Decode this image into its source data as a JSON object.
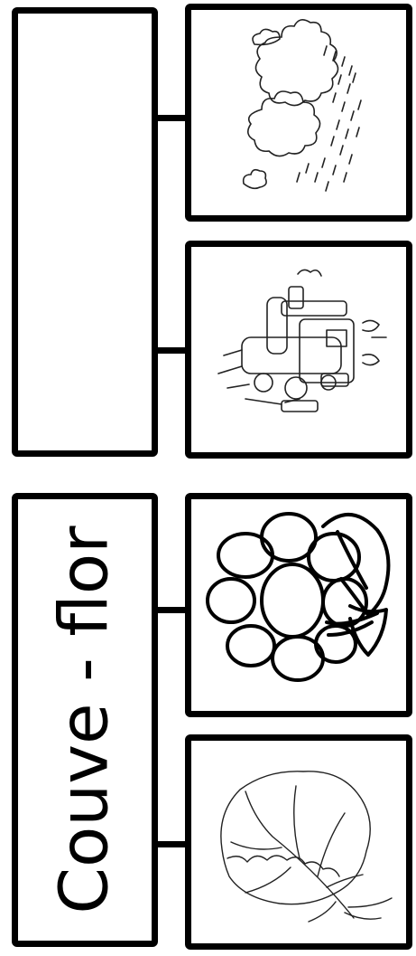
{
  "worksheet": {
    "group_top": {
      "label": "",
      "images": [
        "rain-clouds-picture",
        "train-picture"
      ]
    },
    "group_bottom": {
      "label": "Couve - flor",
      "images": [
        "cauliflower-picture",
        "cabbage-leaf-picture"
      ]
    }
  }
}
